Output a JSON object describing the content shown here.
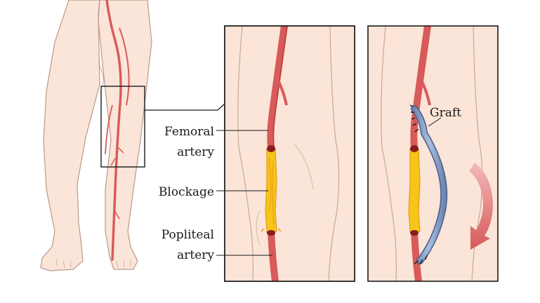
{
  "labels": {
    "femoral_line1": "Femoral",
    "femoral_line2": "artery",
    "blockage": "Blockage",
    "popliteal_line1": "Popliteal",
    "popliteal_line2": "artery",
    "graft": "Graft"
  },
  "colors": {
    "skin": "#fbe4d8",
    "skin_outline": "#b89a8a",
    "artery": "#d85a5a",
    "artery_dark": "#b03a3a",
    "blockage": "#f5c518",
    "blockage_dark": "#e89a1a",
    "graft": "#8fa6cc",
    "graft_dark": "#4a5e86",
    "flow_arrow": "#d65a5a",
    "frame": "#1a1a1a"
  },
  "icons": {
    "flow": "flow-direction-arrow-icon"
  }
}
